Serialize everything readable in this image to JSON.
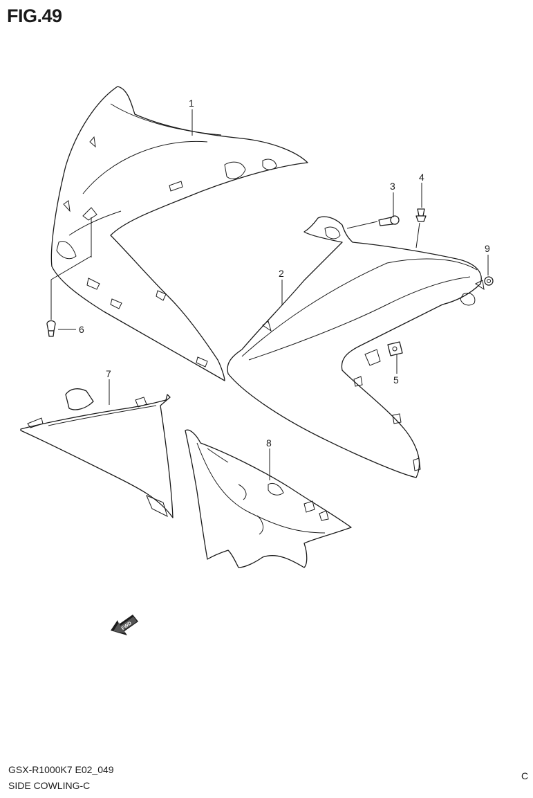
{
  "figure": {
    "title": "FIG.49"
  },
  "callouts": [
    "1",
    "2",
    "3",
    "4",
    "5",
    "6",
    "7",
    "8",
    "9"
  ],
  "fwd_label": "FWD",
  "footer": {
    "model_code": "GSX-R1000K7 E02_049",
    "section_name": "SIDE COWLING-C",
    "edge_mark": "C"
  }
}
